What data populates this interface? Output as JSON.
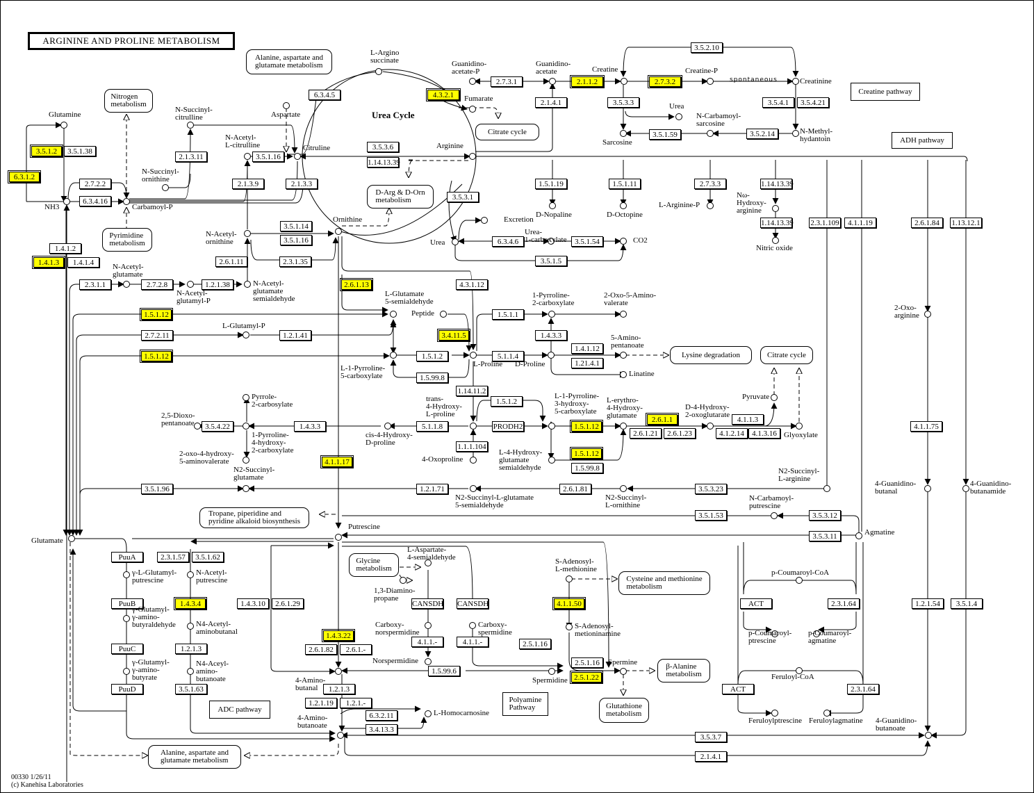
{
  "title": "ARGININE AND PROLINE METABOLISM",
  "urea_cycle_label": "Urea Cycle",
  "spontaneous_label": "spontaneous",
  "footer": {
    "map_id_date": "00330 1/26/11",
    "copyright": "(c) Kanehisa Laboratories"
  },
  "highlight_color": "#ffff00",
  "enzymes": [
    {
      "id": "e1",
      "label": "3.5.1.2",
      "hl": true
    },
    {
      "id": "e2",
      "label": "3.5.1.38",
      "hl": false
    },
    {
      "id": "e3",
      "label": "6.3.1.2",
      "hl": true
    },
    {
      "id": "e4",
      "label": "2.7.2.2",
      "hl": false
    },
    {
      "id": "e5",
      "label": "6.3.4.16",
      "hl": false
    },
    {
      "id": "e6",
      "label": "2.1.3.11",
      "hl": false
    },
    {
      "id": "e7",
      "label": "2.1.3.9",
      "hl": false
    },
    {
      "id": "e8",
      "label": "3.5.1.16",
      "hl": false
    },
    {
      "id": "e9",
      "label": "2.1.3.3",
      "hl": false
    },
    {
      "id": "e10",
      "label": "6.3.4.5",
      "hl": false
    },
    {
      "id": "e11",
      "label": "4.3.2.1",
      "hl": true
    },
    {
      "id": "e12",
      "label": "3.5.3.6",
      "hl": false
    },
    {
      "id": "e13",
      "label": "1.14.13.39",
      "hl": false
    },
    {
      "id": "e14",
      "label": "3.5.3.1",
      "hl": false
    },
    {
      "id": "e15",
      "label": "2.7.3.1",
      "hl": false
    },
    {
      "id": "e16",
      "label": "2.1.4.1",
      "hl": false
    },
    {
      "id": "e17",
      "label": "2.1.1.2",
      "hl": true
    },
    {
      "id": "e18",
      "label": "2.7.3.2",
      "hl": true
    },
    {
      "id": "e19",
      "label": "3.5.2.10",
      "hl": false
    },
    {
      "id": "e20",
      "label": "3.5.3.3",
      "hl": false
    },
    {
      "id": "e21",
      "label": "3.5.1.59",
      "hl": false
    },
    {
      "id": "e22",
      "label": "3.5.2.14",
      "hl": false
    },
    {
      "id": "e23",
      "label": "3.5.4.1",
      "hl": false
    },
    {
      "id": "e24",
      "label": "3.5.4.21",
      "hl": false
    },
    {
      "id": "e25",
      "label": "1.5.1.19",
      "hl": false
    },
    {
      "id": "e26",
      "label": "1.5.1.11",
      "hl": false
    },
    {
      "id": "e27",
      "label": "2.7.3.3",
      "hl": false
    },
    {
      "id": "e28",
      "label": "1.14.13.39",
      "hl": false
    },
    {
      "id": "e29",
      "label": "1.14.13.39",
      "hl": false
    },
    {
      "id": "e30",
      "label": "2.3.1.109",
      "hl": false
    },
    {
      "id": "e31",
      "label": "4.1.1.19",
      "hl": false
    },
    {
      "id": "e32",
      "label": "2.6.1.84",
      "hl": false
    },
    {
      "id": "e33",
      "label": "1.13.12.1",
      "hl": false
    },
    {
      "id": "e34",
      "label": "1.4.1.2",
      "hl": false
    },
    {
      "id": "e35",
      "label": "1.4.1.3",
      "hl": true
    },
    {
      "id": "e36",
      "label": "1.4.1.4",
      "hl": false
    },
    {
      "id": "e37",
      "label": "3.5.1.14",
      "hl": false
    },
    {
      "id": "e38",
      "label": "3.5.1.16",
      "hl": false
    },
    {
      "id": "e39",
      "label": "2.6.1.11",
      "hl": false
    },
    {
      "id": "e40",
      "label": "2.3.1.35",
      "hl": false
    },
    {
      "id": "e41",
      "label": "2.3.1.1",
      "hl": false
    },
    {
      "id": "e42",
      "label": "2.7.2.8",
      "hl": false
    },
    {
      "id": "e43",
      "label": "1.2.1.38",
      "hl": false
    },
    {
      "id": "e44",
      "label": "6.3.4.6",
      "hl": false
    },
    {
      "id": "e45",
      "label": "3.5.1.54",
      "hl": false
    },
    {
      "id": "e46",
      "label": "3.5.1.5",
      "hl": false
    },
    {
      "id": "e47",
      "label": "2.6.1.13",
      "hl": true
    },
    {
      "id": "e48",
      "label": "4.3.1.12",
      "hl": false
    },
    {
      "id": "e49",
      "label": "1.5.1.12",
      "hl": true
    },
    {
      "id": "e50",
      "label": "2.7.2.11",
      "hl": false
    },
    {
      "id": "e51",
      "label": "1.2.1.41",
      "hl": false
    },
    {
      "id": "e52",
      "label": "1.5.1.12",
      "hl": true
    },
    {
      "id": "e53",
      "label": "3.4.11.5",
      "hl": true
    },
    {
      "id": "e54",
      "label": "1.5.1.1",
      "hl": false
    },
    {
      "id": "e55",
      "label": "1.4.3.3",
      "hl": false
    },
    {
      "id": "e56",
      "label": "1.5.1.2",
      "hl": false
    },
    {
      "id": "e57",
      "label": "5.1.1.4",
      "hl": false
    },
    {
      "id": "e58",
      "label": "1.4.1.12",
      "hl": false
    },
    {
      "id": "e59",
      "label": "1.21.4.1",
      "hl": false
    },
    {
      "id": "e60",
      "label": "1.5.99.8",
      "hl": false
    },
    {
      "id": "e61",
      "label": "1.14.11.2",
      "hl": false
    },
    {
      "id": "e62",
      "label": "1.5.1.2",
      "hl": false
    },
    {
      "id": "e63",
      "label": "3.5.4.22",
      "hl": false
    },
    {
      "id": "e64",
      "label": "1.4.3.3",
      "hl": false
    },
    {
      "id": "e65",
      "label": "5.1.1.8",
      "hl": false
    },
    {
      "id": "e66",
      "label": "PRODH2",
      "hl": false
    },
    {
      "id": "e67",
      "label": "1.1.1.104",
      "hl": false
    },
    {
      "id": "e68",
      "label": "1.5.1.12",
      "hl": true
    },
    {
      "id": "e69",
      "label": "1.5.1.12",
      "hl": true
    },
    {
      "id": "e70",
      "label": "1.5.99.8",
      "hl": false
    },
    {
      "id": "e71",
      "label": "2.6.1.1",
      "hl": true
    },
    {
      "id": "e72",
      "label": "2.6.1.21",
      "hl": false
    },
    {
      "id": "e73",
      "label": "2.6.1.23",
      "hl": false
    },
    {
      "id": "e74",
      "label": "4.1.1.3",
      "hl": false
    },
    {
      "id": "e75",
      "label": "4.1.2.14",
      "hl": false
    },
    {
      "id": "e76",
      "label": "4.1.3.16",
      "hl": false
    },
    {
      "id": "e77",
      "label": "4.1.1.75",
      "hl": false
    },
    {
      "id": "e78",
      "label": "4.1.1.17",
      "hl": true
    },
    {
      "id": "e79",
      "label": "3.5.1.96",
      "hl": false
    },
    {
      "id": "e80",
      "label": "1.2.1.71",
      "hl": false
    },
    {
      "id": "e81",
      "label": "2.6.1.81",
      "hl": false
    },
    {
      "id": "e82",
      "label": "3.5.3.23",
      "hl": false
    },
    {
      "id": "e83",
      "label": "3.5.1.53",
      "hl": false
    },
    {
      "id": "e84",
      "label": "3.5.3.12",
      "hl": false
    },
    {
      "id": "e85",
      "label": "3.5.3.11",
      "hl": false
    },
    {
      "id": "e86",
      "label": "PuuA",
      "hl": false
    },
    {
      "id": "e87",
      "label": "2.3.1.57",
      "hl": false
    },
    {
      "id": "e88",
      "label": "3.5.1.62",
      "hl": false
    },
    {
      "id": "e89",
      "label": "PuuB",
      "hl": false
    },
    {
      "id": "e90",
      "label": "1.4.3.4",
      "hl": true
    },
    {
      "id": "e91",
      "label": "1.4.3.10",
      "hl": false
    },
    {
      "id": "e92",
      "label": "2.6.1.29",
      "hl": false
    },
    {
      "id": "e93",
      "label": "PuuC",
      "hl": false
    },
    {
      "id": "e94",
      "label": "1.2.1.3",
      "hl": false
    },
    {
      "id": "e95",
      "label": "PuuD",
      "hl": false
    },
    {
      "id": "e96",
      "label": "3.5.1.63",
      "hl": false
    },
    {
      "id": "e97",
      "label": "1.4.3.22",
      "hl": true
    },
    {
      "id": "e98",
      "label": "2.6.1.82",
      "hl": false
    },
    {
      "id": "e99",
      "label": "2.6.1.-",
      "hl": false
    },
    {
      "id": "e100",
      "label": "1.2.1.3",
      "hl": false
    },
    {
      "id": "e101",
      "label": "1.2.1.19",
      "hl": false
    },
    {
      "id": "e102",
      "label": "1.2.1.-",
      "hl": false
    },
    {
      "id": "e103",
      "label": "6.3.2.11",
      "hl": false
    },
    {
      "id": "e104",
      "label": "3.4.13.3",
      "hl": false
    },
    {
      "id": "e105",
      "label": "CANSDH",
      "hl": false
    },
    {
      "id": "e106",
      "label": "CANSDH",
      "hl": false
    },
    {
      "id": "e107",
      "label": "4.1.1.-",
      "hl": false
    },
    {
      "id": "e108",
      "label": "4.1.1.-",
      "hl": false
    },
    {
      "id": "e109",
      "label": "1.5.99.6",
      "hl": false
    },
    {
      "id": "e110",
      "label": "4.1.1.50",
      "hl": true
    },
    {
      "id": "e111",
      "label": "2.5.1.16",
      "hl": false
    },
    {
      "id": "e112",
      "label": "2.5.1.16",
      "hl": false
    },
    {
      "id": "e113",
      "label": "2.5.1.22",
      "hl": true
    },
    {
      "id": "e114",
      "label": "ACT",
      "hl": false
    },
    {
      "id": "e115",
      "label": "2.3.1.64",
      "hl": false
    },
    {
      "id": "e116",
      "label": "ACT",
      "hl": false
    },
    {
      "id": "e117",
      "label": "2.3.1.64",
      "hl": false
    },
    {
      "id": "e118",
      "label": "1.2.1.54",
      "hl": false
    },
    {
      "id": "e119",
      "label": "3.5.1.4",
      "hl": false
    },
    {
      "id": "e120",
      "label": "3.5.3.7",
      "hl": false
    },
    {
      "id": "e121",
      "label": "2.1.4.1",
      "hl": false
    }
  ],
  "compounds": [
    {
      "id": "c1",
      "label": "Glutamine"
    },
    {
      "id": "c2",
      "label": "NH3"
    },
    {
      "id": "c3",
      "label": "Carbamoyl-P"
    },
    {
      "id": "c4",
      "label": "N-Succinyl-\ncitrulline"
    },
    {
      "id": "c5",
      "label": "N-Succinyl-\nornithine"
    },
    {
      "id": "c6",
      "label": "N-Acetyl-\nL-citrulline"
    },
    {
      "id": "c7",
      "label": "Citruline"
    },
    {
      "id": "c8",
      "label": "Aspartate"
    },
    {
      "id": "c9",
      "label": "L-Argino\nsuccinate"
    },
    {
      "id": "c10",
      "label": "Fumarate"
    },
    {
      "id": "c11",
      "label": "Arginine"
    },
    {
      "id": "c12",
      "label": "Ornithine"
    },
    {
      "id": "c13",
      "label": "Guanidino-\nacetate-P"
    },
    {
      "id": "c14",
      "label": "Guanidino-\nacetate"
    },
    {
      "id": "c15",
      "label": "Creatine"
    },
    {
      "id": "c16",
      "label": "Creatine-P"
    },
    {
      "id": "c17",
      "label": "Creatinine"
    },
    {
      "id": "c18",
      "label": "Urea"
    },
    {
      "id": "c19",
      "label": "Sarcosine"
    },
    {
      "id": "c20",
      "label": "N-Carbamoyl-\nsarcosine"
    },
    {
      "id": "c21",
      "label": "N-Methyl-\nhydantoin"
    },
    {
      "id": "c22",
      "label": "D-Nopaline"
    },
    {
      "id": "c23",
      "label": "D-Octopine"
    },
    {
      "id": "c24",
      "label": "L-Arginine-P"
    },
    {
      "id": "c25",
      "label": "Nω-\nHydroxy-\narginine"
    },
    {
      "id": "c26",
      "label": "Nitric oxide"
    },
    {
      "id": "c27",
      "label": "N-Acetyl-\nornithine"
    },
    {
      "id": "c28",
      "label": "N-Acetyl-\nglutamate"
    },
    {
      "id": "c29",
      "label": "N-Acetyl-\nglutamyl-P"
    },
    {
      "id": "c30",
      "label": "N-Acetyl-\nglutamate\nsemialdehyde"
    },
    {
      "id": "c31",
      "label": "Urea"
    },
    {
      "id": "c32",
      "label": "Excretion"
    },
    {
      "id": "c33",
      "label": "Urea-\n1-carboxylate"
    },
    {
      "id": "c34",
      "label": "CO2"
    },
    {
      "id": "c35",
      "label": "L-Glutamate\n5-semialdehyde"
    },
    {
      "id": "c36",
      "label": "Peptide"
    },
    {
      "id": "c37",
      "label": "L-Glutamyl-P"
    },
    {
      "id": "c38",
      "label": "1-Pyrroline-\n2-carboxylate"
    },
    {
      "id": "c39",
      "label": "2-Oxo-5-Amino-\nvalerate"
    },
    {
      "id": "c40",
      "label": "L-1-Pyrroline-\n5-carboxylate"
    },
    {
      "id": "c41",
      "label": "L-Proline"
    },
    {
      "id": "c42",
      "label": "D-Proline"
    },
    {
      "id": "c43",
      "label": "5-Amino-\npentanoate"
    },
    {
      "id": "c44",
      "label": "Linatine"
    },
    {
      "id": "c45",
      "label": "2-Oxo-\narginine"
    },
    {
      "id": "c46",
      "label": "Pyrrole-\n2-carbosylate"
    },
    {
      "id": "c47",
      "label": "2,5-Dioxo-\npentanoate"
    },
    {
      "id": "c48",
      "label": "1-Pyrroline-\n4-hydroxy-\n2-carboxylate"
    },
    {
      "id": "c49",
      "label": "2-oxo-4-hydroxy-\n5-aminovalerate"
    },
    {
      "id": "c50",
      "label": "cis-4-Hydroxy-\nD-proline"
    },
    {
      "id": "c51",
      "label": "trans-\n4-Hydroxy-\nL-proline"
    },
    {
      "id": "c52",
      "label": "4-Oxoproline"
    },
    {
      "id": "c53",
      "label": "L-1-Pyrroline-\n3-hydroxy-\n5-carboxylate"
    },
    {
      "id": "c54",
      "label": "L-4-Hydroxy-\nglutamate\nsemialdehyde"
    },
    {
      "id": "c55",
      "label": "L-erythro-\n4-Hydroxy-\nglutamate"
    },
    {
      "id": "c56",
      "label": "D-4-Hydroxy-\n2-oxoglutarate"
    },
    {
      "id": "c57",
      "label": "Pyruvate"
    },
    {
      "id": "c58",
      "label": "Glyoxylate"
    },
    {
      "id": "c59",
      "label": "N2-Succinyl-\nglutamate"
    },
    {
      "id": "c60",
      "label": "N2-Succinyl-L-glutamate\n5-semialdehyde"
    },
    {
      "id": "c61",
      "label": "N2-Succinyl-\nL-ornithine"
    },
    {
      "id": "c62",
      "label": "N2-Succinyl-\nL-arginine"
    },
    {
      "id": "c63",
      "label": "N-Carbamoyl-\nputrescine"
    },
    {
      "id": "c64",
      "label": "Agmatine"
    },
    {
      "id": "c65",
      "label": "4-Guanidino-\nbutanal"
    },
    {
      "id": "c66",
      "label": "4-Guanidino-\nbutanamide"
    },
    {
      "id": "c67",
      "label": "Putrescine"
    },
    {
      "id": "c68",
      "label": "Glutamate"
    },
    {
      "id": "c69",
      "label": "γ-L-Glutamyl-\nputrescine"
    },
    {
      "id": "c70",
      "label": "N-Acetyl-\nputrescine"
    },
    {
      "id": "c71",
      "label": "γ-Glutamyl-\nγ-amino-\nbutyraldehyde"
    },
    {
      "id": "c72",
      "label": "N4-Acetyl-\naminobutanal"
    },
    {
      "id": "c73",
      "label": "γ-Glutamyl-\nγ-amino-\nbutyrate"
    },
    {
      "id": "c74",
      "label": "N4-Aceyl-\namino-\nbutanoate"
    },
    {
      "id": "c75",
      "label": "L-Aspartate-\n4-semialdehyde"
    },
    {
      "id": "c76",
      "label": "1,3-Diamino-\npropane"
    },
    {
      "id": "c77",
      "label": "Carboxy-\nnorspermidine"
    },
    {
      "id": "c78",
      "label": "Carboxy-\nspermidine"
    },
    {
      "id": "c79",
      "label": "Norspermidine"
    },
    {
      "id": "c80",
      "label": "4-Amino-\nbutanal"
    },
    {
      "id": "c81",
      "label": "4-Amino-\nbutanoate"
    },
    {
      "id": "c82",
      "label": "L-Homocarnosine"
    },
    {
      "id": "c83",
      "label": "S-Adenosyl-\nL-methionine"
    },
    {
      "id": "c84",
      "label": "S-Adenosyl-\nmetioninamine"
    },
    {
      "id": "c85",
      "label": "Spermidine"
    },
    {
      "id": "c86",
      "label": "Spermine"
    },
    {
      "id": "c87",
      "label": "p-Coumaroyl-CoA"
    },
    {
      "id": "c88",
      "label": "p-Coumaroyl-\nptrescine"
    },
    {
      "id": "c89",
      "label": "p-Coumaroyl-\nagmatine"
    },
    {
      "id": "c90",
      "label": "Feruloyl-CoA"
    },
    {
      "id": "c91",
      "label": "Feruloylptrescine"
    },
    {
      "id": "c92",
      "label": "Feruloylagmatine"
    },
    {
      "id": "c93",
      "label": "4-Guanidino-\nbutanoate"
    }
  ],
  "map_links": [
    {
      "id": "m1",
      "label": "Alanine, aspartate and\nglutamate metabolism"
    },
    {
      "id": "m2",
      "label": "Nitrogen\nmetabolism"
    },
    {
      "id": "m3",
      "label": "Pyrimidine\nmetabolism"
    },
    {
      "id": "m4",
      "label": "Citrate cycle"
    },
    {
      "id": "m5",
      "label": "D-Arg & D-Orn\nmetabolism"
    },
    {
      "id": "m6",
      "label": "Lysine degradation"
    },
    {
      "id": "m7",
      "label": "Citrate cycle"
    },
    {
      "id": "m8",
      "label": "Tropane, piperidine and\npyridine alkaloid biosynthesis"
    },
    {
      "id": "m9",
      "label": "Glycine\nmetabolism"
    },
    {
      "id": "m10",
      "label": "Cysteine and methionine\nmetabolism"
    },
    {
      "id": "m11",
      "label": "β-Alanine\nmetabolism"
    },
    {
      "id": "m12",
      "label": "Glutathione\nmetabolism"
    },
    {
      "id": "m13",
      "label": "Alanine, aspartate and\nglutamate metabolism"
    }
  ],
  "pathway_boxes": [
    {
      "id": "p1",
      "label": "Creatine pathway"
    },
    {
      "id": "p2",
      "label": "ADH pathway"
    },
    {
      "id": "p3",
      "label": "ADC pathway"
    },
    {
      "id": "p4",
      "label": "Polyamine\nPathway"
    }
  ]
}
